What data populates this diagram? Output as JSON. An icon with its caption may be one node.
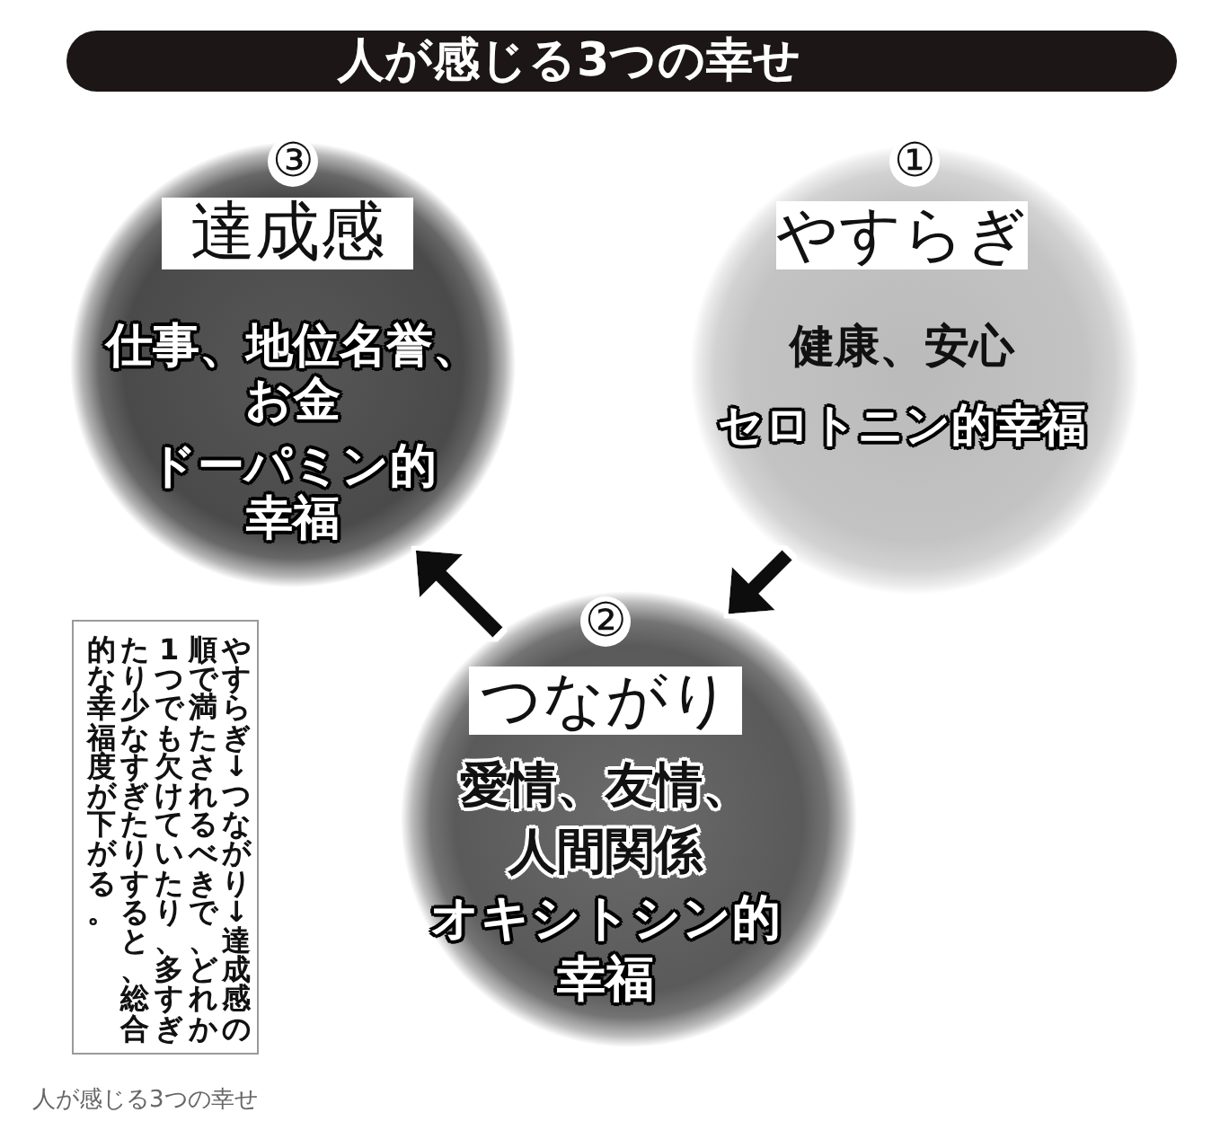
{
  "diagram": {
    "title": "人が感じる3つの幸せ",
    "caption": "人が感じる3つの幸せ",
    "nodes": [
      {
        "text": [
          "③",
          "達成感",
          "仕事、地位名誉、お金",
          "ドーパミン的幸福"
        ]
      },
      {
        "text": [
          "①",
          "やすらぎ",
          "健康、安心",
          "セロトニン的幸福"
        ]
      },
      {
        "text": [
          "②",
          "つながり",
          "愛情、友情、人間関係",
          "オキシトシン的幸福"
        ]
      },
      {
        "text": [
          "やすらぎ↓つながり↓達成感の順で満たされるべきで、どれか1つでも欠けていたり、多すぎたり少なすぎたりすると、総合的な幸福度が下がる。"
        ]
      }
    ],
    "edges": [
      {
        "from": 1,
        "to": 2,
        "arrow": "to"
      },
      {
        "from": 2,
        "to": 0,
        "arrow": "to"
      }
    ]
  }
}
